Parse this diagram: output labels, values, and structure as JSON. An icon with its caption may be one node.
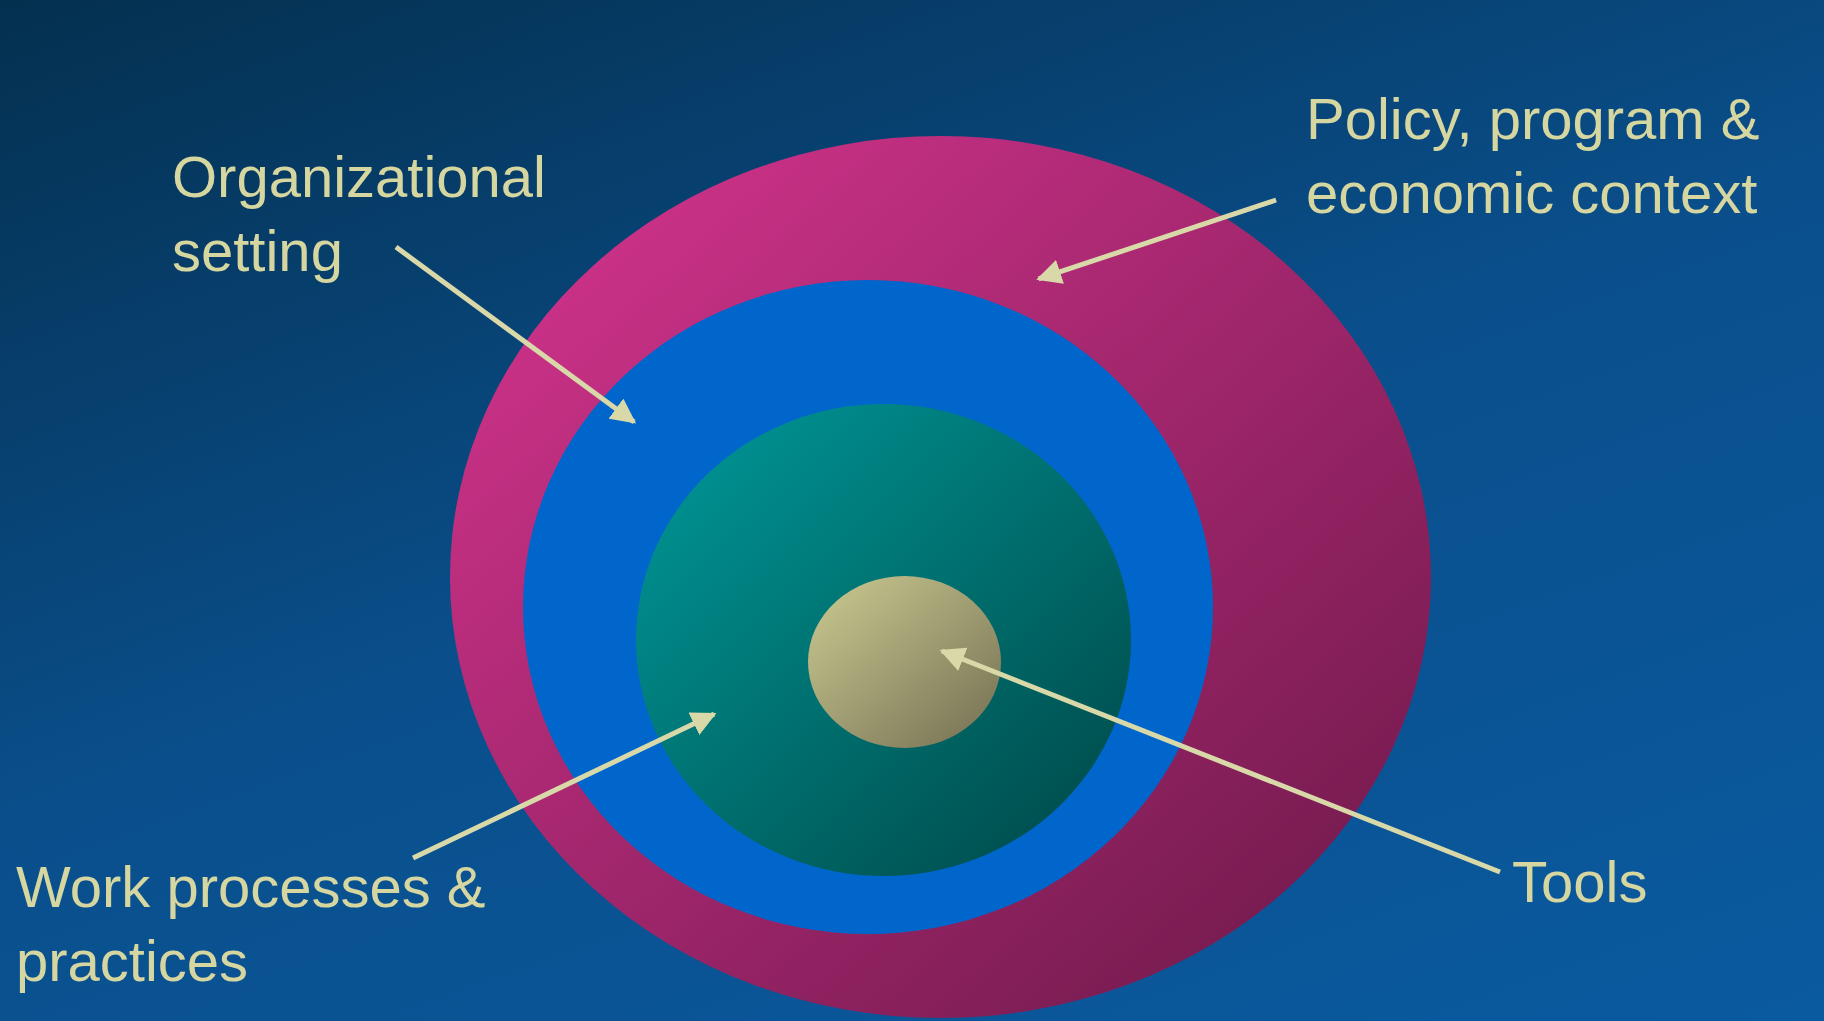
{
  "diagram": {
    "nodes": [
      {
        "text": [
          "Organizational setting"
        ]
      },
      {
        "text": [
          "Policy, program & economic context"
        ]
      },
      {
        "text": [],
        "shape": "circle"
      },
      {
        "text": [],
        "shape": "circle",
        "in": 2
      },
      {
        "text": [],
        "shape": "circle",
        "in": 3
      },
      {
        "text": [],
        "shape": "circle",
        "in": 4
      },
      {
        "text": [
          "Work processes & practices"
        ]
      },
      {
        "text": [
          "Tools"
        ]
      }
    ],
    "edges": [
      {
        "from": 0,
        "to": 3,
        "arrow": "to"
      },
      {
        "from": 1,
        "to": 2,
        "arrow": "to"
      },
      {
        "from": 6,
        "to": 4,
        "arrow": "to"
      },
      {
        "from": 7,
        "to": 5,
        "arrow": "to"
      }
    ]
  }
}
